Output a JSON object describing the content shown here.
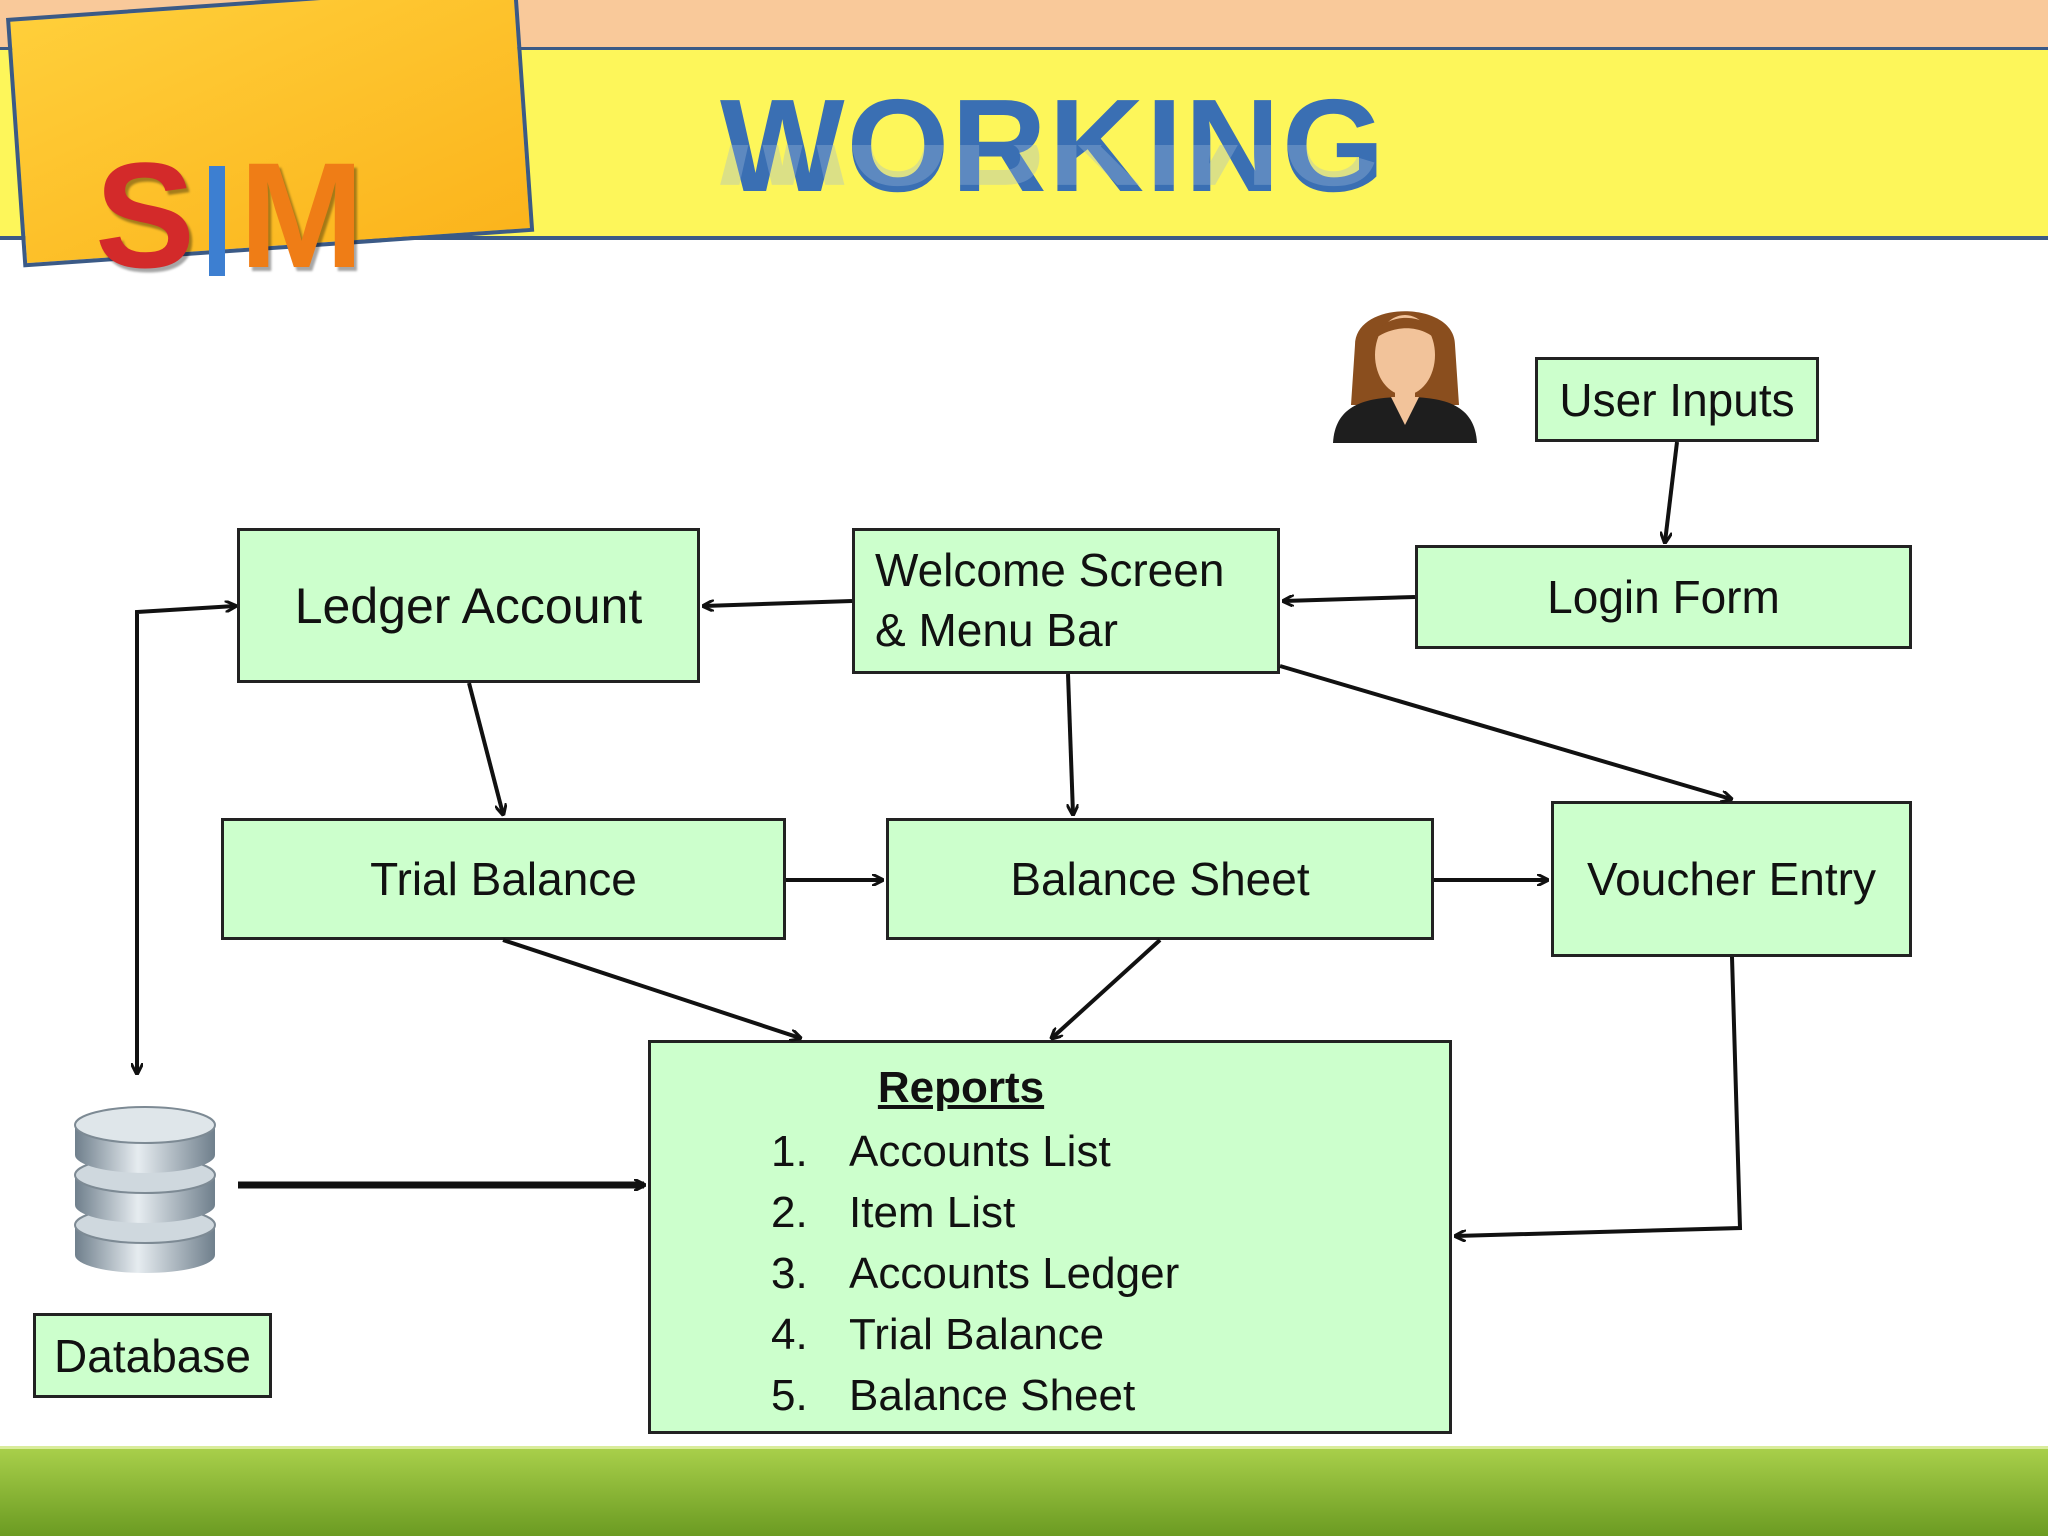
{
  "header": {
    "logo_text": {
      "s": "S",
      "m": "M"
    },
    "title": "WORKING"
  },
  "diagram": {
    "user_icon": "user-avatar-icon",
    "database_icon": "database-icon",
    "nodes": {
      "user_inputs": "User Inputs",
      "login_form": "Login Form",
      "welcome_line1": "Welcome Screen",
      "welcome_line2": "& Menu Bar",
      "ledger_account": "Ledger Account",
      "trial_balance": "Trial Balance",
      "balance_sheet": "Balance Sheet",
      "voucher_entry": "Voucher Entry",
      "database": "Database"
    },
    "reports": {
      "title": "Reports",
      "items": [
        {
          "num": "1.",
          "label": "Accounts List"
        },
        {
          "num": "2.",
          "label": "Item List"
        },
        {
          "num": "3.",
          "label": "Accounts Ledger"
        },
        {
          "num": "4.",
          "label": "Trial Balance"
        },
        {
          "num": "5.",
          "label": "Balance Sheet"
        }
      ]
    }
  },
  "colors": {
    "box_fill": "#ccffcc",
    "header_band": "#fdf65a",
    "top_strip": "#f9c99a",
    "title_blue": "#3a6fb3",
    "footer_green": "#8bbb34"
  }
}
